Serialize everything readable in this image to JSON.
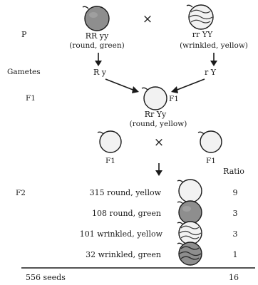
{
  "parental": {
    "row_label": "P",
    "cross_symbol": "×",
    "left": {
      "genotype": "RR yy",
      "phenotype": "(round, green)"
    },
    "right": {
      "genotype": "rr YY",
      "phenotype": "(wrinkled, yellow)"
    }
  },
  "gametes": {
    "row_label": "Gametes",
    "left": "R y",
    "right": "r Y"
  },
  "f1": {
    "row_label": "F1",
    "seed_label": "F1",
    "genotype": "Rr Yy",
    "phenotype": "(round, yellow)"
  },
  "f1_cross": {
    "cross_symbol": "×",
    "left_label": "F1",
    "right_label": "F1"
  },
  "f2": {
    "row_label": "F2",
    "ratio_header": "Ratio",
    "rows": [
      {
        "text": "315 round, yellow",
        "ratio": "9",
        "seed": "round-yellow"
      },
      {
        "text": "108 round, green",
        "ratio": "3",
        "seed": "round-green"
      },
      {
        "text": "101 wrinkled, yellow",
        "ratio": "3",
        "seed": "wrinkled-yellow"
      },
      {
        "text": "32 wrinkled, green",
        "ratio": "1",
        "seed": "wrinkled-green"
      }
    ],
    "total_text": "556 seeds",
    "total_ratio": "16"
  },
  "colors": {
    "ink": "#1a1a1a",
    "green_seed": "#8e8e8e",
    "green_seed_dark": "#6f6f6f",
    "yellow_seed": "#f2f2f2",
    "wrinkle": "#3a3a3a"
  }
}
